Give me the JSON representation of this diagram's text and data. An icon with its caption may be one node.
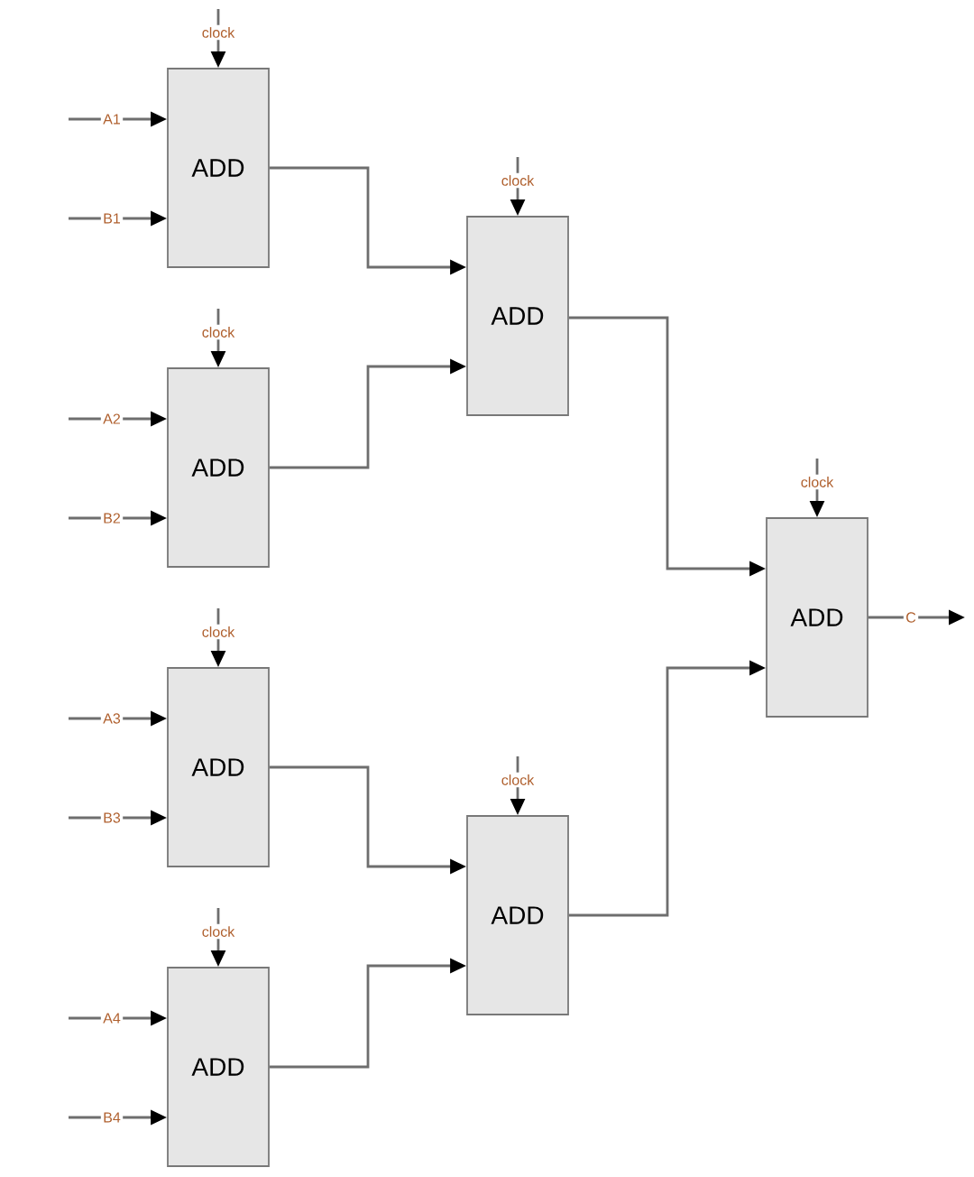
{
  "diagram": {
    "nodes": [
      {
        "text": [
          "ADD"
        ]
      },
      {
        "text": [
          "ADD"
        ]
      },
      {
        "text": [
          "ADD"
        ]
      },
      {
        "text": [
          "ADD"
        ]
      },
      {
        "text": [
          "ADD"
        ]
      },
      {
        "text": [
          "ADD"
        ]
      },
      {
        "text": [
          "ADD"
        ]
      }
    ],
    "edges": [
      {
        "from": null,
        "to": 0,
        "arrow": "to",
        "label": "clock"
      },
      {
        "from": null,
        "to": 0,
        "arrow": "to",
        "label": "A1"
      },
      {
        "from": null,
        "to": 0,
        "arrow": "to",
        "label": "B1"
      },
      {
        "from": null,
        "to": 1,
        "arrow": "to",
        "label": "clock"
      },
      {
        "from": null,
        "to": 1,
        "arrow": "to",
        "label": "A2"
      },
      {
        "from": null,
        "to": 1,
        "arrow": "to",
        "label": "B2"
      },
      {
        "from": null,
        "to": 2,
        "arrow": "to",
        "label": "clock"
      },
      {
        "from": null,
        "to": 2,
        "arrow": "to",
        "label": "A3"
      },
      {
        "from": null,
        "to": 2,
        "arrow": "to",
        "label": "B3"
      },
      {
        "from": null,
        "to": 3,
        "arrow": "to",
        "label": "clock"
      },
      {
        "from": null,
        "to": 3,
        "arrow": "to",
        "label": "A4"
      },
      {
        "from": null,
        "to": 3,
        "arrow": "to",
        "label": "B4"
      },
      {
        "from": null,
        "to": 4,
        "arrow": "to",
        "label": "clock"
      },
      {
        "from": null,
        "to": 5,
        "arrow": "to",
        "label": "clock"
      },
      {
        "from": null,
        "to": 6,
        "arrow": "to",
        "label": "clock"
      },
      {
        "from": 0,
        "to": 4,
        "arrow": "to"
      },
      {
        "from": 1,
        "to": 4,
        "arrow": "to"
      },
      {
        "from": 2,
        "to": 5,
        "arrow": "to"
      },
      {
        "from": 3,
        "to": 5,
        "arrow": "to"
      },
      {
        "from": 4,
        "to": 6,
        "arrow": "to"
      },
      {
        "from": 5,
        "to": 6,
        "arrow": "to"
      },
      {
        "from": 6,
        "to": null,
        "arrow": "to",
        "label": "C"
      }
    ]
  }
}
